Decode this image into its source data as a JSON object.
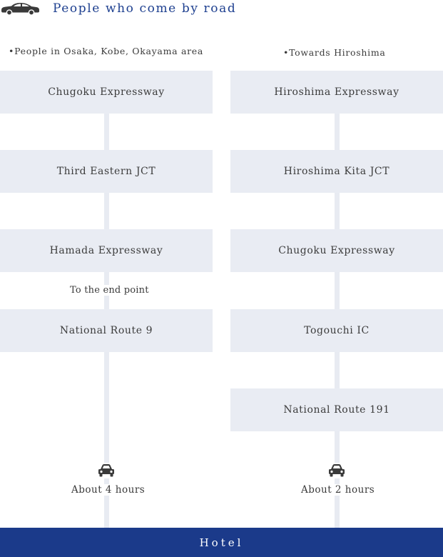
{
  "header": {
    "title": "People who come by road",
    "icon": "car-icon",
    "accent_color": "#1d3f8f"
  },
  "left_column": {
    "heading": "•People in Osaka, Kobe, Okayama area",
    "steps": [
      "Chugoku Expressway",
      "Third Eastern JCT",
      "Hamada Expressway",
      "National Route 9"
    ],
    "note": "To the end point",
    "duration": "About 4 hours"
  },
  "right_column": {
    "heading": "•Towards Hiroshima",
    "steps": [
      "Hiroshima Expressway",
      "Hiroshima Kita JCT",
      "Chugoku Expressway",
      "Togouchi IC",
      "National Route 191"
    ],
    "duration": "About 2 hours"
  },
  "destination": {
    "label": "Hotel",
    "color": "#1b3a8a"
  },
  "colors": {
    "box_background": "#e9ecf3",
    "connector": "#e8ebf2"
  }
}
